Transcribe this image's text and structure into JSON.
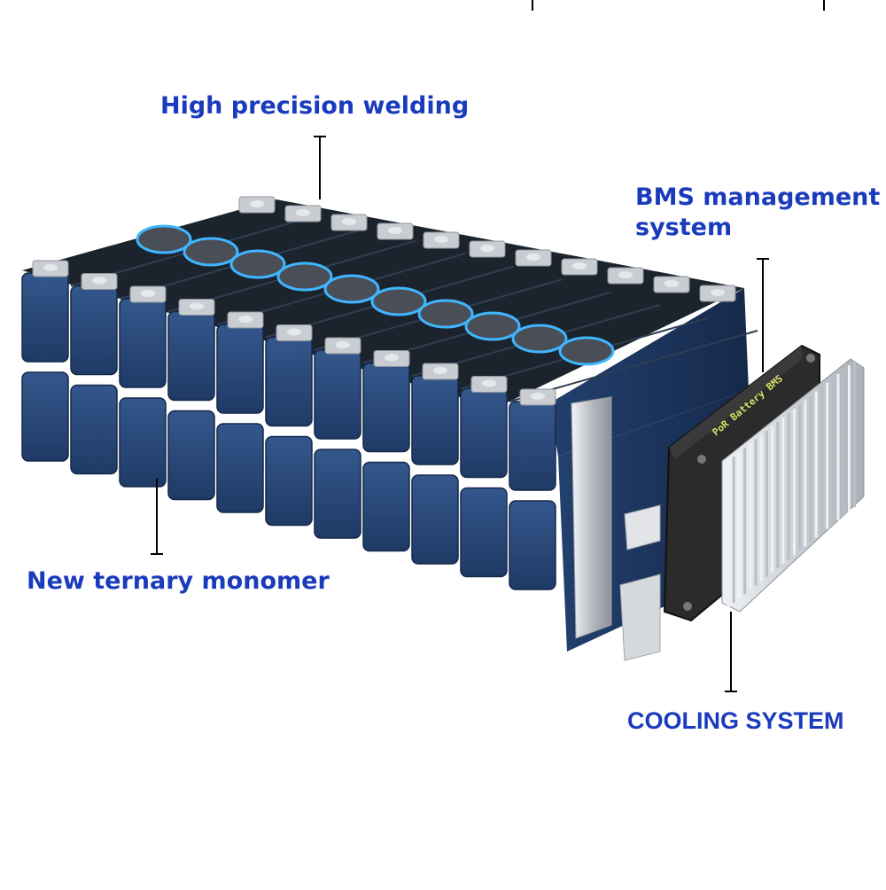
{
  "labels": {
    "welding": "High precision welding",
    "bms_line1": "BMS management",
    "bms_line2": "system",
    "monomer": "New ternary monomer",
    "cooling": "COOLING SYSTEM"
  },
  "bms_board_text": "PoR Battery BMS",
  "colors": {
    "label": "#1a3bbd",
    "cell_top": "#1c2630",
    "cell_front": "#2b4c7e",
    "cell_side": "#1d3358",
    "terminal": "#c8ccd1",
    "vent_glow": "#3fb6ff",
    "bms_board": "#2a2a2a",
    "heatsink": "#d9dde2"
  }
}
